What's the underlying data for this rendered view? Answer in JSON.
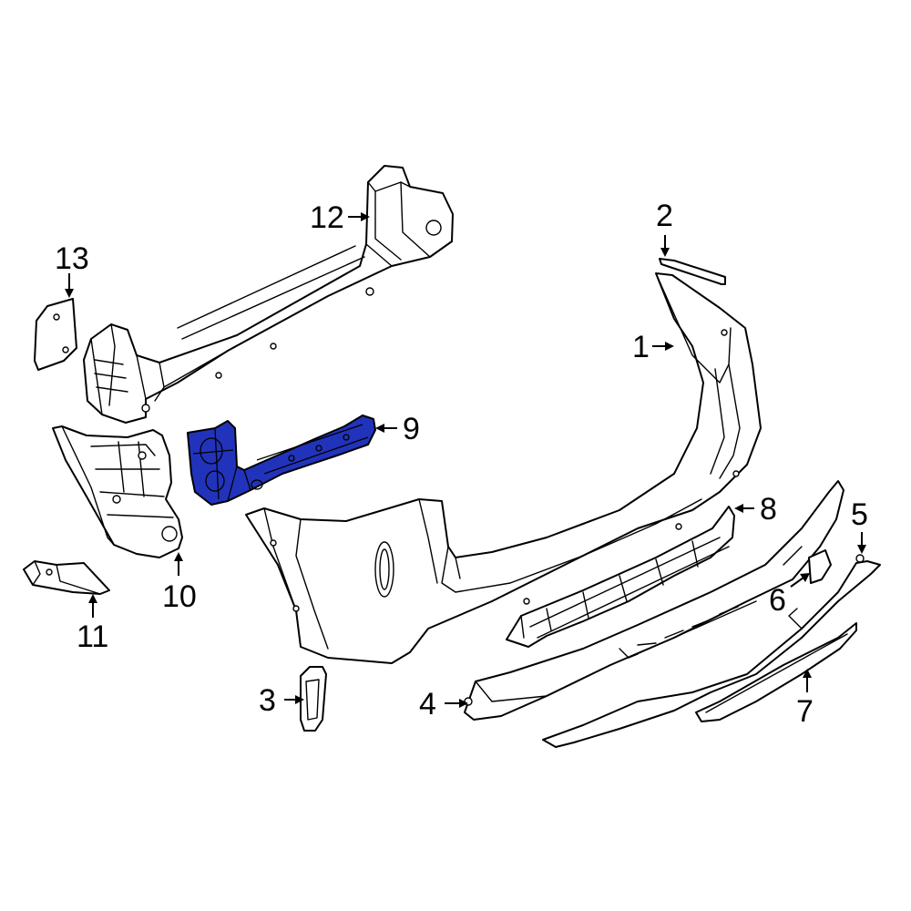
{
  "diagram": {
    "highlight_color": "#2233bb",
    "line_color": "#000000",
    "background": "#ffffff",
    "callouts": [
      {
        "id": "c1",
        "label": "1"
      },
      {
        "id": "c2",
        "label": "2"
      },
      {
        "id": "c3",
        "label": "3"
      },
      {
        "id": "c4",
        "label": "4"
      },
      {
        "id": "c5",
        "label": "5"
      },
      {
        "id": "c6",
        "label": "6"
      },
      {
        "id": "c7",
        "label": "7"
      },
      {
        "id": "c8",
        "label": "8"
      },
      {
        "id": "c9",
        "label": "9"
      },
      {
        "id": "c10",
        "label": "10"
      },
      {
        "id": "c11",
        "label": "11"
      },
      {
        "id": "c12",
        "label": "12"
      },
      {
        "id": "c13",
        "label": "13"
      }
    ],
    "highlighted_callout": "9"
  }
}
